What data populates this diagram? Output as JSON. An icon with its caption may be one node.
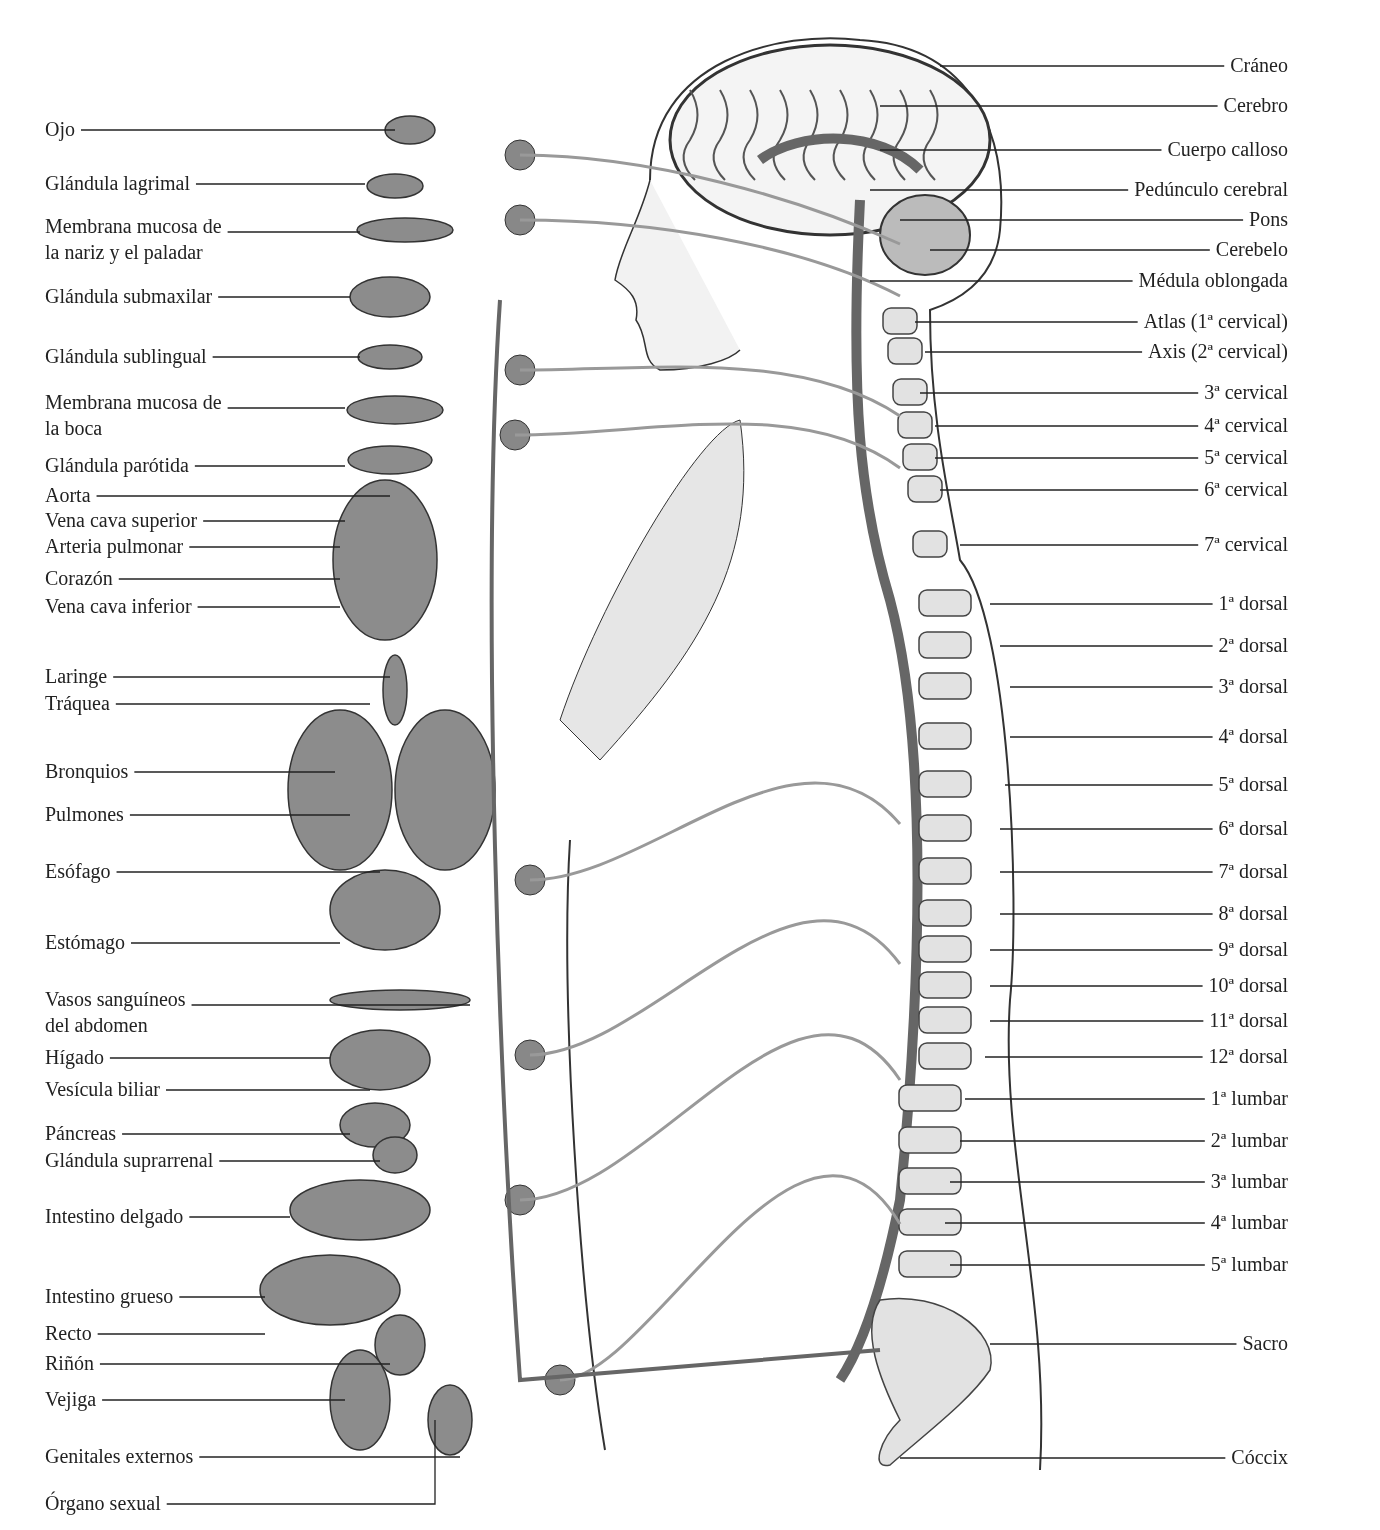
{
  "diagram": {
    "nodes": [
      {
        "text": [
          "Ojo"
        ]
      },
      {
        "text": [
          "Glándula lagrimal"
        ]
      },
      {
        "text": [
          "Membrana mucosa de la nariz y el paladar"
        ]
      },
      {
        "text": [
          "Glándula submaxilar"
        ]
      },
      {
        "text": [
          "Glándula sublingual"
        ]
      },
      {
        "text": [
          "Membrana mucosa de la boca"
        ]
      },
      {
        "text": [
          "Glándula parótida"
        ]
      },
      {
        "text": [
          "Aorta"
        ]
      },
      {
        "text": [
          "Vena cava superior"
        ]
      },
      {
        "text": [
          "Arteria pulmonar"
        ]
      },
      {
        "text": [
          "Corazón"
        ]
      },
      {
        "text": [
          "Vena cava inferior"
        ]
      },
      {
        "text": [
          "Laringe"
        ]
      },
      {
        "text": [
          "Tráquea"
        ]
      },
      {
        "text": [
          "Bronquios"
        ]
      },
      {
        "text": [
          "Pulmones"
        ]
      },
      {
        "text": [
          "Esófago"
        ]
      },
      {
        "text": [
          "Estómago"
        ]
      },
      {
        "text": [
          "Vasos sanguíneos del abdomen"
        ]
      },
      {
        "text": [
          "Hígado"
        ]
      },
      {
        "text": [
          "Vesícula biliar"
        ]
      },
      {
        "text": [
          "Páncreas"
        ]
      },
      {
        "text": [
          "Glándula suprarrenal"
        ]
      },
      {
        "text": [
          "Intestino delgado"
        ]
      },
      {
        "text": [
          "Intestino grueso"
        ]
      },
      {
        "text": [
          "Recto"
        ]
      },
      {
        "text": [
          "Riñón"
        ]
      },
      {
        "text": [
          "Vejiga"
        ]
      },
      {
        "text": [
          "Genitales externos"
        ]
      },
      {
        "text": [
          "Órgano sexual"
        ]
      },
      {
        "text": [
          "Cráneo"
        ]
      },
      {
        "text": [
          "Cerebro"
        ]
      },
      {
        "text": [
          "Cuerpo calloso"
        ]
      },
      {
        "text": [
          "Pedúnculo cerebral"
        ]
      },
      {
        "text": [
          "Pons"
        ]
      },
      {
        "text": [
          "Cerebelo"
        ]
      },
      {
        "text": [
          "Médula oblongada"
        ]
      },
      {
        "text": [
          "Atlas (1ª cervical)"
        ]
      },
      {
        "text": [
          "Axis (2ª cervical)"
        ]
      },
      {
        "text": [
          "3ª cervical"
        ]
      },
      {
        "text": [
          "4ª cervical"
        ]
      },
      {
        "text": [
          "5ª cervical"
        ]
      },
      {
        "text": [
          "6ª cervical"
        ]
      },
      {
        "text": [
          "7ª cervical"
        ]
      },
      {
        "text": [
          "1ª dorsal"
        ]
      },
      {
        "text": [
          "2ª dorsal"
        ]
      },
      {
        "text": [
          "3ª dorsal"
        ]
      },
      {
        "text": [
          "4ª dorsal"
        ]
      },
      {
        "text": [
          "5ª dorsal"
        ]
      },
      {
        "text": [
          "6ª dorsal"
        ]
      },
      {
        "text": [
          "7ª dorsal"
        ]
      },
      {
        "text": [
          "8ª dorsal"
        ]
      },
      {
        "text": [
          "9ª dorsal"
        ]
      },
      {
        "text": [
          "10ª dorsal"
        ]
      },
      {
        "text": [
          "11ª dorsal"
        ]
      },
      {
        "text": [
          "12ª dorsal"
        ]
      },
      {
        "text": [
          "1ª lumbar"
        ]
      },
      {
        "text": [
          "2ª lumbar"
        ]
      },
      {
        "text": [
          "3ª lumbar"
        ]
      },
      {
        "text": [
          "4ª lumbar"
        ]
      },
      {
        "text": [
          "5ª lumbar"
        ]
      },
      {
        "text": [
          "Sacro"
        ]
      },
      {
        "text": [
          "Cóccix"
        ]
      }
    ],
    "edges": [
      {
        "from": 0,
        "to": null,
        "arrow": "none"
      },
      {
        "from": 1,
        "to": null,
        "arrow": "none"
      },
      {
        "from": 2,
        "to": null,
        "arrow": "none"
      },
      {
        "from": 3,
        "to": null,
        "arrow": "none"
      },
      {
        "from": 4,
        "to": null,
        "arrow": "none"
      },
      {
        "from": 5,
        "to": null,
        "arrow": "none"
      },
      {
        "from": 6,
        "to": null,
        "arrow": "none"
      },
      {
        "from": 7,
        "to": null,
        "arrow": "none"
      },
      {
        "from": 8,
        "to": null,
        "arrow": "none"
      },
      {
        "from": 9,
        "to": null,
        "arrow": "none"
      },
      {
        "from": 10,
        "to": null,
        "arrow": "none"
      },
      {
        "from": 11,
        "to": null,
        "arrow": "none"
      },
      {
        "from": 12,
        "to": null,
        "arrow": "none"
      },
      {
        "from": 13,
        "to": null,
        "arrow": "none"
      },
      {
        "from": 14,
        "to": null,
        "arrow": "none"
      },
      {
        "from": 15,
        "to": null,
        "arrow": "none"
      },
      {
        "from": 16,
        "to": null,
        "arrow": "none"
      },
      {
        "from": 17,
        "to": null,
        "arrow": "none"
      },
      {
        "from": 18,
        "to": null,
        "arrow": "none"
      },
      {
        "from": 19,
        "to": null,
        "arrow": "none"
      },
      {
        "from": 20,
        "to": null,
        "arrow": "none"
      },
      {
        "from": 21,
        "to": null,
        "arrow": "none"
      },
      {
        "from": 22,
        "to": null,
        "arrow": "none"
      },
      {
        "from": 23,
        "to": null,
        "arrow": "none"
      },
      {
        "from": 24,
        "to": null,
        "arrow": "none"
      },
      {
        "from": 25,
        "to": null,
        "arrow": "none"
      },
      {
        "from": 26,
        "to": null,
        "arrow": "none"
      },
      {
        "from": 27,
        "to": null,
        "arrow": "none"
      },
      {
        "from": 28,
        "to": null,
        "arrow": "none"
      },
      {
        "from": 29,
        "to": null,
        "arrow": "none"
      },
      {
        "from": 30,
        "to": null,
        "arrow": "none"
      },
      {
        "from": 31,
        "to": null,
        "arrow": "none"
      },
      {
        "from": 32,
        "to": null,
        "arrow": "none"
      },
      {
        "from": 33,
        "to": null,
        "arrow": "none"
      },
      {
        "from": 34,
        "to": null,
        "arrow": "none"
      },
      {
        "from": 35,
        "to": null,
        "arrow": "none"
      },
      {
        "from": 36,
        "to": null,
        "arrow": "none"
      },
      {
        "from": 37,
        "to": null,
        "arrow": "none"
      },
      {
        "from": 38,
        "to": null,
        "arrow": "none"
      },
      {
        "from": 39,
        "to": null,
        "arrow": "none"
      },
      {
        "from": 40,
        "to": null,
        "arrow": "none"
      },
      {
        "from": 41,
        "to": null,
        "arrow": "none"
      },
      {
        "from": 42,
        "to": null,
        "arrow": "none"
      },
      {
        "from": 43,
        "to": null,
        "arrow": "none"
      },
      {
        "from": 44,
        "to": null,
        "arrow": "none"
      },
      {
        "from": 45,
        "to": null,
        "arrow": "none"
      },
      {
        "from": 46,
        "to": null,
        "arrow": "none"
      },
      {
        "from": 47,
        "to": null,
        "arrow": "none"
      },
      {
        "from": 48,
        "to": null,
        "arrow": "none"
      },
      {
        "from": 49,
        "to": null,
        "arrow": "none"
      },
      {
        "from": 50,
        "to": null,
        "arrow": "none"
      },
      {
        "from": 51,
        "to": null,
        "arrow": "none"
      },
      {
        "from": 52,
        "to": null,
        "arrow": "none"
      },
      {
        "from": 53,
        "to": null,
        "arrow": "none"
      },
      {
        "from": 54,
        "to": null,
        "arrow": "none"
      },
      {
        "from": 55,
        "to": null,
        "arrow": "none"
      },
      {
        "from": 56,
        "to": null,
        "arrow": "none"
      },
      {
        "from": 57,
        "to": null,
        "arrow": "none"
      },
      {
        "from": 58,
        "to": null,
        "arrow": "none"
      },
      {
        "from": 59,
        "to": null,
        "arrow": "none"
      },
      {
        "from": 60,
        "to": null,
        "arrow": "none"
      },
      {
        "from": 61,
        "to": null,
        "arrow": "none"
      },
      {
        "from": 62,
        "to": null,
        "arrow": "none"
      }
    ]
  }
}
